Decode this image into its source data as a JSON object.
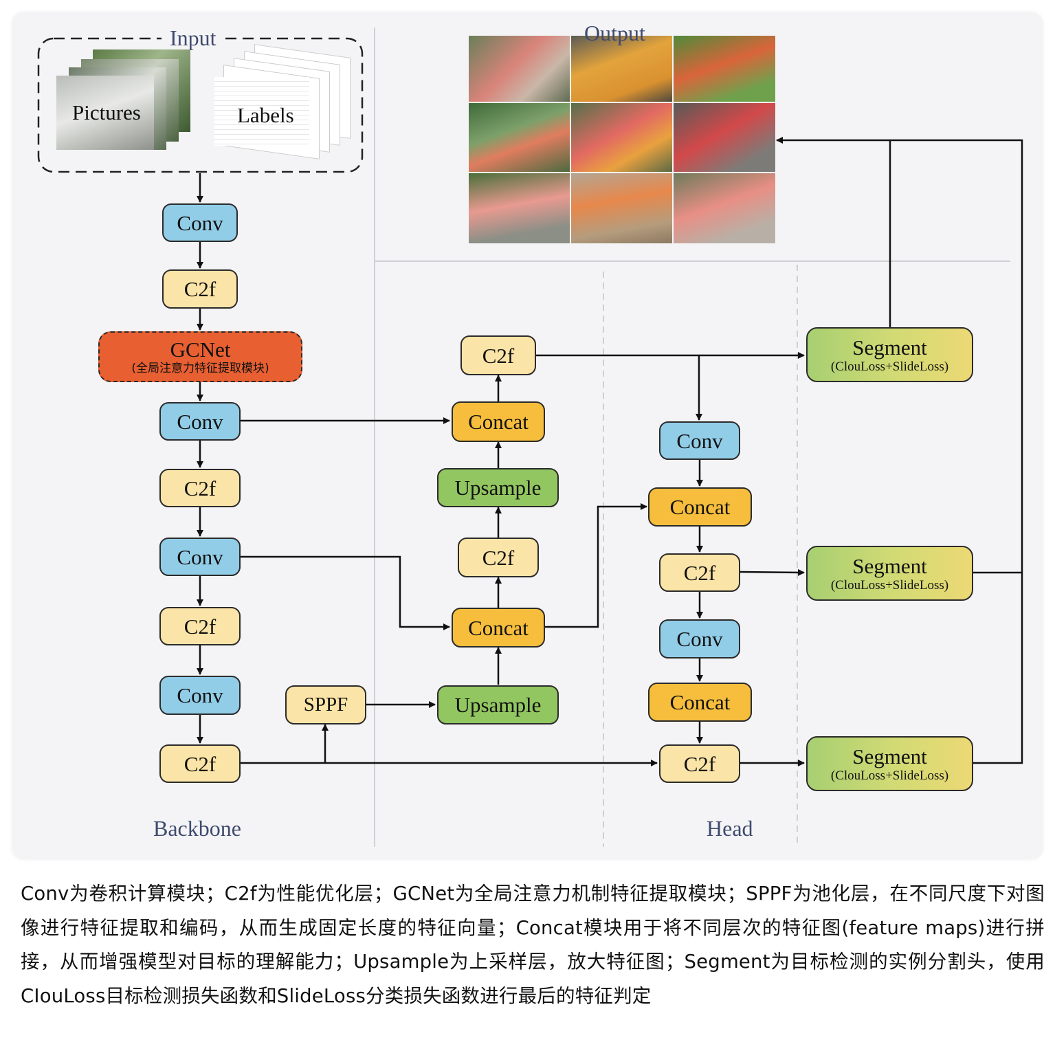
{
  "labels": {
    "input": "Input",
    "output": "Output",
    "pictures": "Pictures",
    "labels_stack": "Labels",
    "backbone": "Backbone",
    "head": "Head"
  },
  "backbone": {
    "conv1": "Conv",
    "c2f1": "C2f",
    "gcnet_title": "GCNet",
    "gcnet_sub": "(全局注意力特征提取模块)",
    "conv2": "Conv",
    "c2f2": "C2f",
    "conv3": "Conv",
    "c2f3": "C2f",
    "conv4": "Conv",
    "c2f4": "C2f"
  },
  "neck": {
    "sppf": "SPPF",
    "upsample1": "Upsample",
    "concat1": "Concat",
    "c2f1": "C2f",
    "upsample2": "Upsample",
    "concat2": "Concat",
    "c2f2": "C2f"
  },
  "head": {
    "conv1": "Conv",
    "concat1": "Concat",
    "c2f1": "C2f",
    "conv2": "Conv",
    "concat2": "Concat",
    "c2f2": "C2f",
    "segment_title": "Segment",
    "segment_sub": "(ClouLoss+SlideLoss)"
  },
  "caption": "Conv为卷积计算模块；C2f为性能优化层；GCNet为全局注意力机制特征提取模块；SPPF为池化层，在不同尺度下对图像进行特征提取和编码，从而生成固定长度的特征向量；Concat模块用于将不同层次的特征图(feature maps)进行拼接，从而增强模型对目标的理解能力；Upsample为上采样层，放大特征图；Segment为目标检测的实例分割头，使用CIouLoss目标检测损失函数和SlideLoss分类损失函数进行最后的特征判定",
  "colors": {
    "conv": "#92cde8",
    "c2f": "#fbe4a7",
    "concat": "#f6be3c",
    "upsample": "#92c660",
    "gcnet": "#e85f31",
    "label_text": "#3f4a6e"
  }
}
